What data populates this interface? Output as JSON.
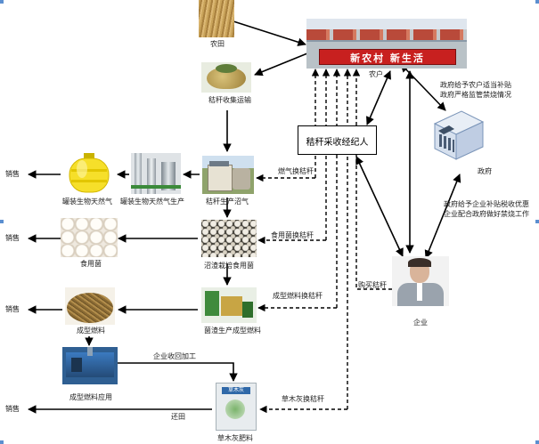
{
  "nodes": {
    "farmland": "农田",
    "straw_collection": "秸秆收集运输",
    "farmers": "农户",
    "banner": "新农村 新生活",
    "broker": "秸秆采收经纪人",
    "government": "政府",
    "enterprise": "企业",
    "biogas_production": "秸秆生产沼气",
    "biogas_equipment": "罐装生物天然气生产",
    "bottled_gas": "罐装生物天然气",
    "mushroom_base": "沼渣栽培食用菌",
    "mushroom": "食用菌",
    "pellet_production": "菌渣生产成型燃料",
    "pellet_fuel": "成型燃料",
    "pellet_use": "成型燃料应用",
    "fertilizer": "草木灰肥料",
    "fertilizer_bag_label": "草木灰"
  },
  "edges": {
    "exchange_gas": "燃气换秸秆",
    "exchange_mushroom": "食用菌换秸秆",
    "exchange_pellet": "成型燃料换秸秆",
    "buy_straw": "购买秸秆",
    "enterprise_collect": "企业收回加工",
    "exchange_ash": "草木灰换秸秆",
    "return_field": "还田",
    "sales": [
      "销售",
      "销售",
      "销售",
      "销售"
    ]
  },
  "notes": {
    "government_to_farmers": [
      "政府给予农户适当补贴",
      "政府严格监管禁烧情况"
    ],
    "government_to_enterprise": [
      "政府给予企业补贴税收优惠",
      "企业配合政府做好禁烧工作"
    ]
  },
  "icons": [
    "straw-field-photo",
    "village-photo",
    "straw-bale-photo",
    "government-building-icon",
    "businessman-photo",
    "biogas-plant-photo",
    "gas-equipment-photo",
    "gas-tank-icon",
    "mushroom-photo",
    "pellet-machine-photo",
    "pellet-fuel-photo",
    "boiler-photo",
    "fertilizer-bag-photo"
  ]
}
